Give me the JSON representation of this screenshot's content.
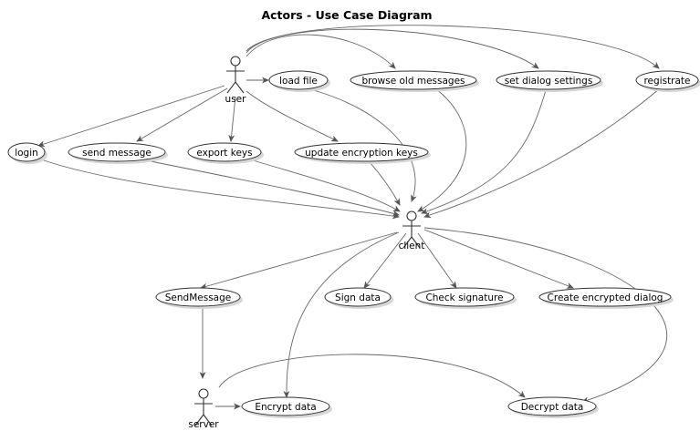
{
  "title": "Actors - Use Case Diagram",
  "actors": [
    {
      "id": "user",
      "label": "user"
    },
    {
      "id": "client",
      "label": "client"
    },
    {
      "id": "server",
      "label": "server"
    }
  ],
  "use_cases": [
    {
      "id": "load_file",
      "label": "load file"
    },
    {
      "id": "browse",
      "label": "browse old messages"
    },
    {
      "id": "dialog_settings",
      "label": "set dialog settings"
    },
    {
      "id": "registrate",
      "label": "registrate"
    },
    {
      "id": "login",
      "label": "login"
    },
    {
      "id": "send_message",
      "label": "send message"
    },
    {
      "id": "export_keys",
      "label": "export keys"
    },
    {
      "id": "update_keys",
      "label": "update encryption keys"
    },
    {
      "id": "sendmessage_client",
      "label": "SendMessage"
    },
    {
      "id": "sign_data",
      "label": "Sign data"
    },
    {
      "id": "check_signature",
      "label": "Check signature"
    },
    {
      "id": "create_dialog",
      "label": "Create encrypted dialog"
    },
    {
      "id": "encrypt",
      "label": "Encrypt data"
    },
    {
      "id": "decrypt",
      "label": "Decrypt data"
    }
  ],
  "relations": [
    {
      "from": "user",
      "to": "load_file"
    },
    {
      "from": "user",
      "to": "browse"
    },
    {
      "from": "user",
      "to": "dialog_settings"
    },
    {
      "from": "user",
      "to": "registrate"
    },
    {
      "from": "user",
      "to": "login"
    },
    {
      "from": "user",
      "to": "send_message"
    },
    {
      "from": "user",
      "to": "export_keys"
    },
    {
      "from": "user",
      "to": "update_keys"
    },
    {
      "from": "load_file",
      "to": "client"
    },
    {
      "from": "browse",
      "to": "client"
    },
    {
      "from": "dialog_settings",
      "to": "client"
    },
    {
      "from": "registrate",
      "to": "client"
    },
    {
      "from": "login",
      "to": "client"
    },
    {
      "from": "send_message",
      "to": "client"
    },
    {
      "from": "export_keys",
      "to": "client"
    },
    {
      "from": "update_keys",
      "to": "client"
    },
    {
      "from": "client",
      "to": "sendmessage_client"
    },
    {
      "from": "client",
      "to": "sign_data"
    },
    {
      "from": "client",
      "to": "check_signature"
    },
    {
      "from": "client",
      "to": "create_dialog"
    },
    {
      "from": "client",
      "to": "encrypt"
    },
    {
      "from": "client",
      "to": "decrypt"
    },
    {
      "from": "sendmessage_client",
      "to": "server"
    },
    {
      "from": "server",
      "to": "encrypt"
    },
    {
      "from": "server",
      "to": "decrypt"
    }
  ]
}
